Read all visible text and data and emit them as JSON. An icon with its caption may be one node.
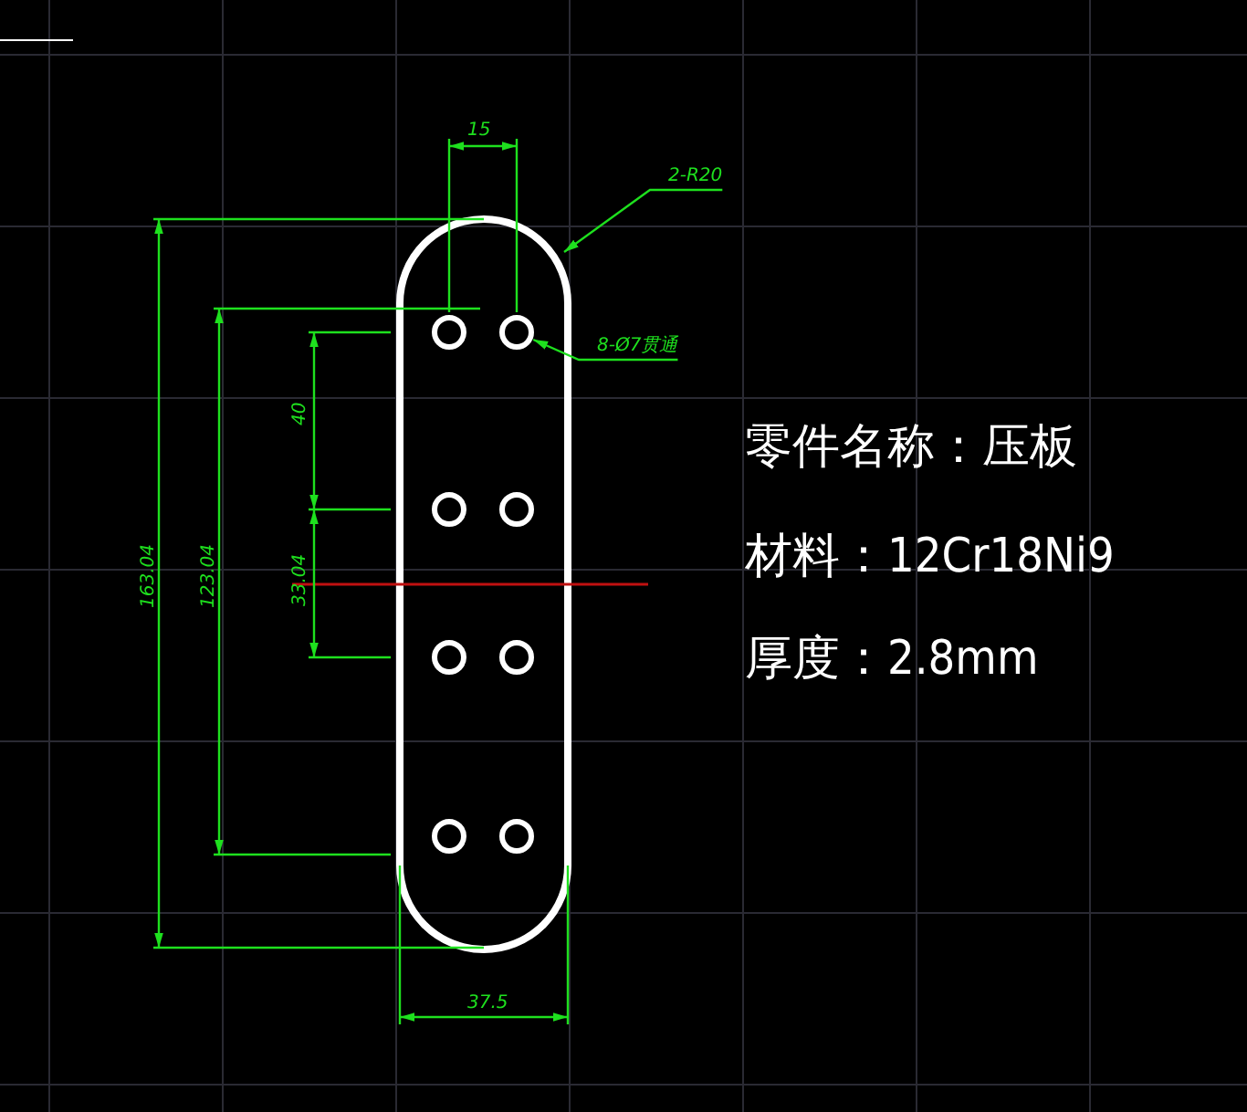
{
  "diagram": {
    "nodes": [
      {
        "text": [
          "2-R20"
        ]
      },
      {
        "text": [
          "8-Ø7贯通"
        ]
      },
      {
        "text": [],
        "shape": "circle"
      },
      {
        "text": [],
        "shape": "circle"
      },
      {
        "text": [],
        "shape": "circle"
      },
      {
        "text": [],
        "shape": "circle"
      },
      {
        "text": [],
        "shape": "circle"
      },
      {
        "text": [],
        "shape": "circle"
      },
      {
        "text": [],
        "shape": "circle"
      },
      {
        "text": [],
        "shape": "circle"
      }
    ],
    "edges": [
      {
        "from": 0,
        "to": null,
        "arrow": "to"
      },
      {
        "from": 1,
        "to": 3,
        "arrow": "to"
      }
    ],
    "labels": [
      "15",
      "163.04",
      "123.04",
      "40",
      "33.04",
      "37.5",
      "零件名称：压板",
      "材料：12Cr18Ni9",
      "厚度：2.8mm"
    ]
  }
}
